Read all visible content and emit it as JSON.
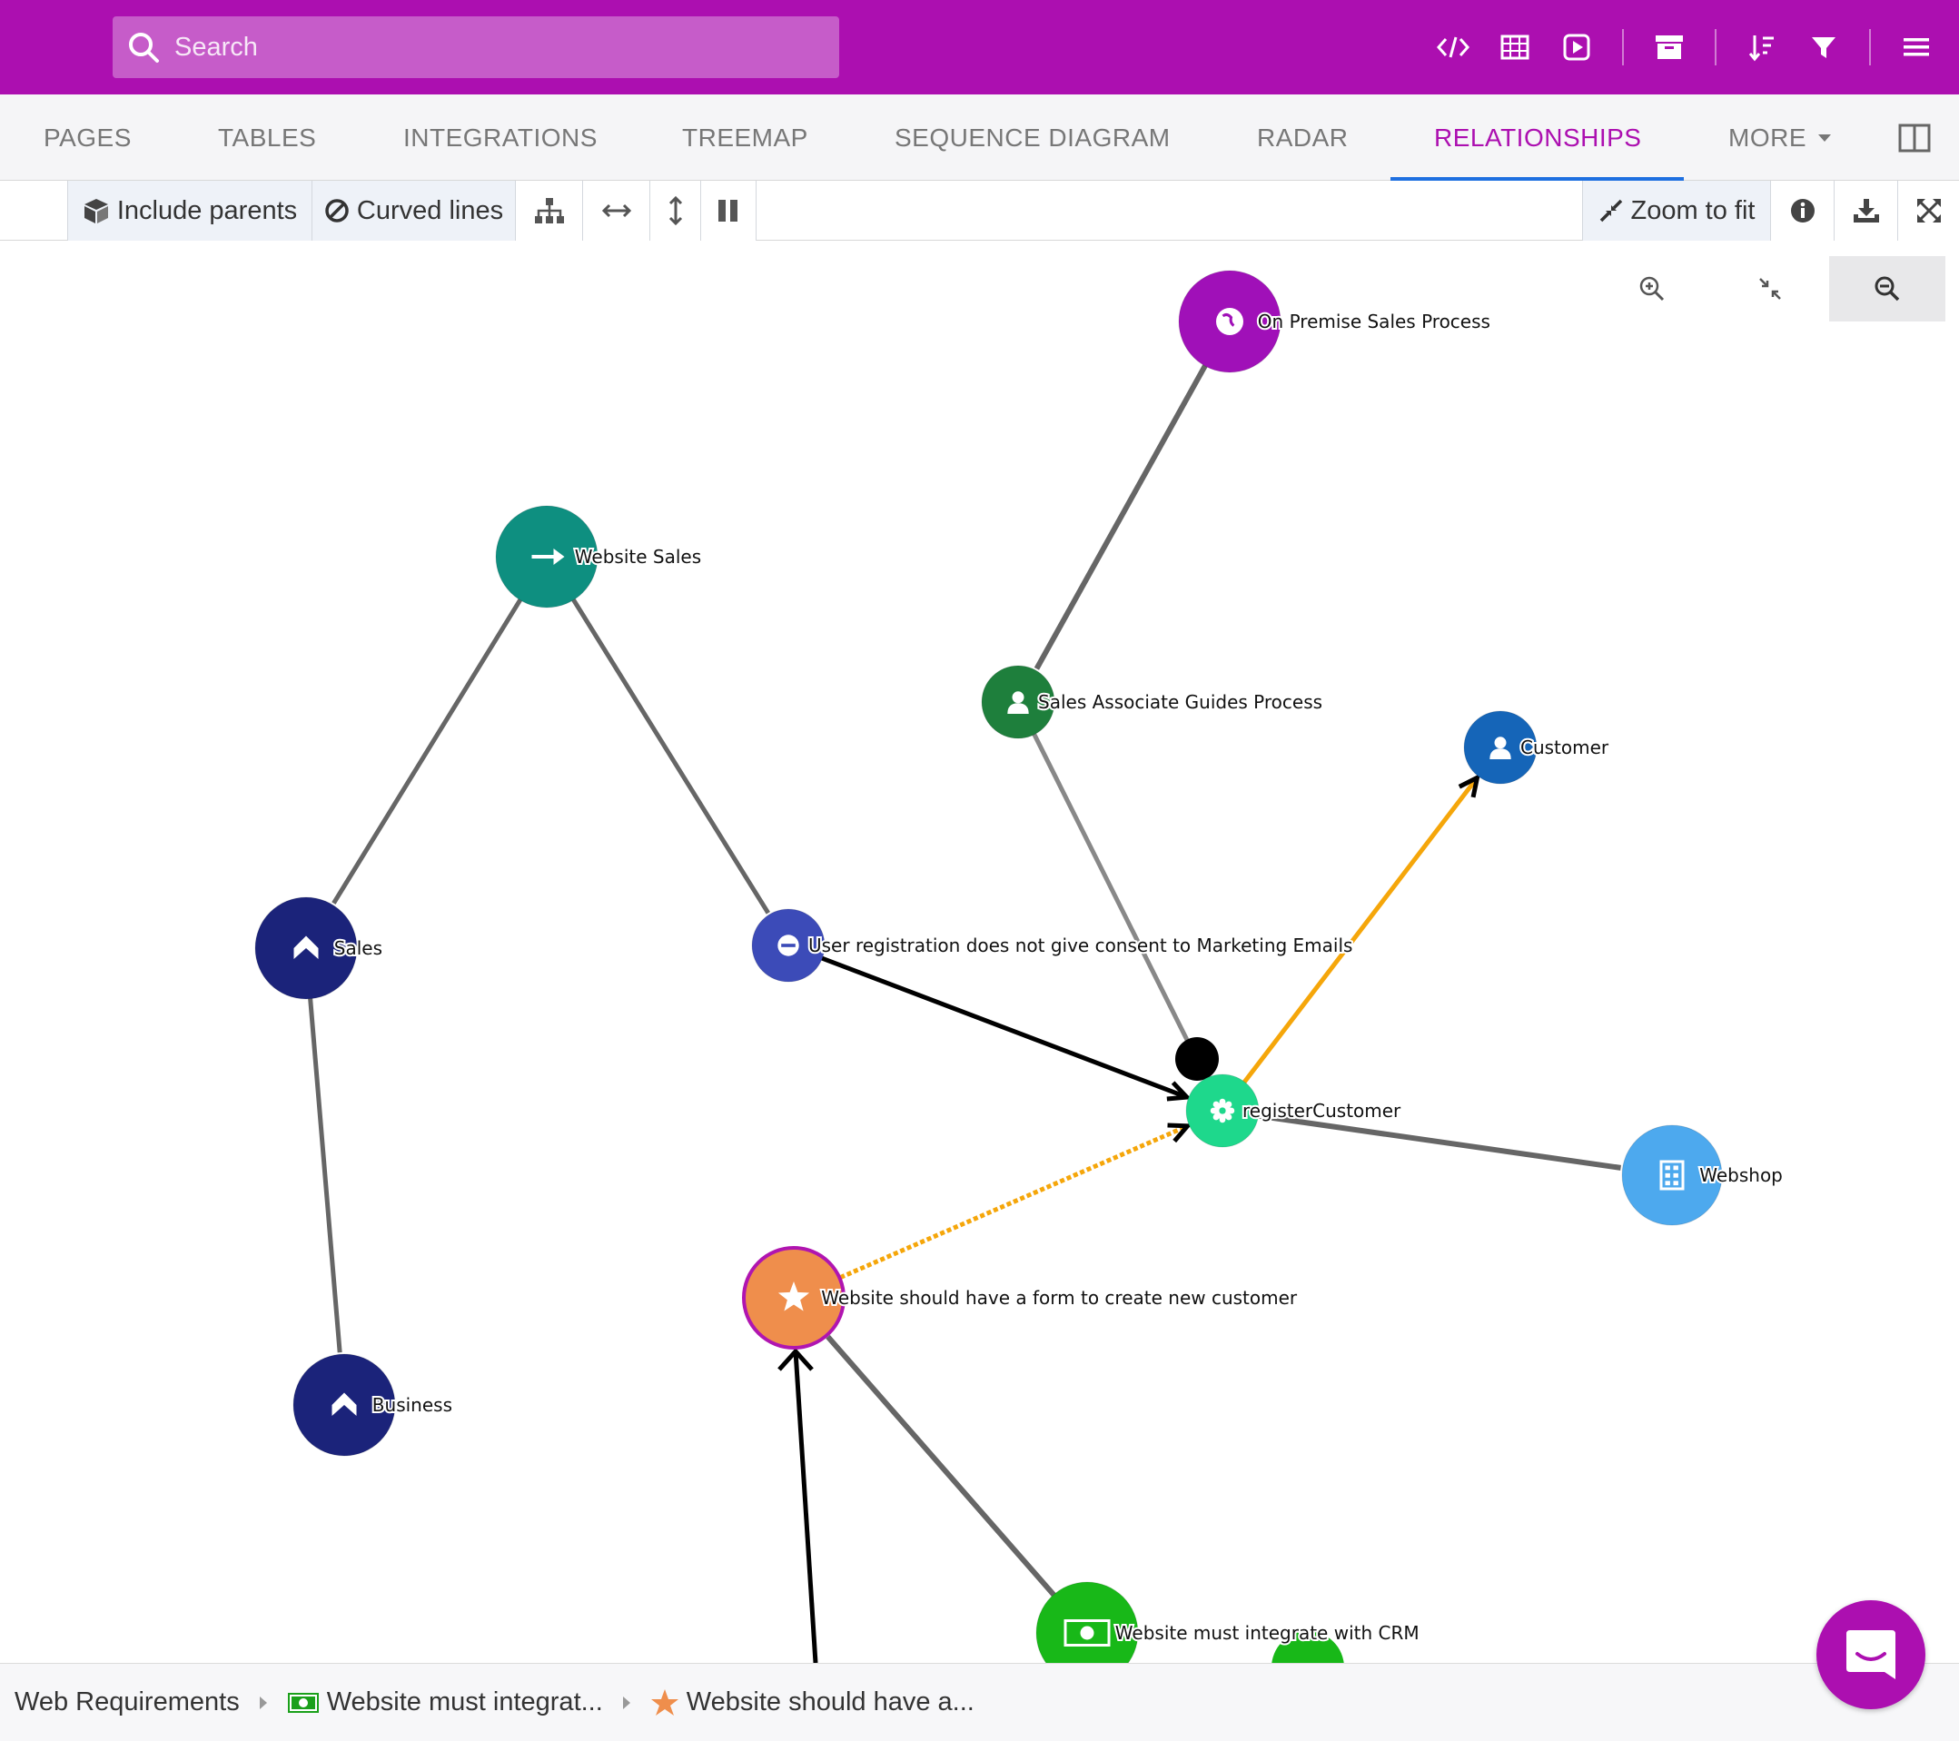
{
  "search": {
    "placeholder": "Search"
  },
  "topbar_icons": [
    "code-icon",
    "table-icon",
    "play-icon",
    "archive-icon",
    "sort-icon",
    "filter-icon",
    "menu-icon"
  ],
  "tabs": [
    {
      "label": "PAGES"
    },
    {
      "label": "TABLES"
    },
    {
      "label": "INTEGRATIONS"
    },
    {
      "label": "TREEMAP"
    },
    {
      "label": "SEQUENCE DIAGRAM"
    },
    {
      "label": "RADAR"
    },
    {
      "label": "RELATIONSHIPS",
      "active": true
    },
    {
      "label": "MORE"
    }
  ],
  "toolbar": {
    "include_parents": "Include parents",
    "curved_lines": "Curved lines",
    "zoom_to_fit": "Zoom to fit"
  },
  "graph": {
    "nodes": [
      {
        "id": "on-premise",
        "label": "On Premise Sales Process",
        "color": "#a010b8",
        "icon": "globe-icon"
      },
      {
        "id": "website-sales",
        "label": "Website Sales",
        "color": "#0e8f80",
        "icon": "arrow-right-icon"
      },
      {
        "id": "sales-associate",
        "label": "Sales Associate Guides Process",
        "color": "#1e7f3c",
        "icon": "user-icon"
      },
      {
        "id": "customer",
        "label": "Customer",
        "color": "#1565b8",
        "icon": "user-icon"
      },
      {
        "id": "sales",
        "label": "Sales",
        "color": "#1b237a",
        "icon": "chevron-up-icon"
      },
      {
        "id": "user-registration",
        "label": "User registration does not give consent to Marketing Emails",
        "color": "#3c4bb8",
        "icon": "minus-circle-icon"
      },
      {
        "id": "register-customer",
        "label": "registerCustomer",
        "color": "#1ed88c",
        "icon": "gear-icon"
      },
      {
        "id": "webshop",
        "label": "Webshop",
        "color": "#4da9ee",
        "icon": "building-icon"
      },
      {
        "id": "website-form",
        "label": "Website should have a form to create new customer",
        "color": "#ef8e4c",
        "icon": "star-icon"
      },
      {
        "id": "business",
        "label": "Business",
        "color": "#1b237a",
        "icon": "chevron-up-icon"
      },
      {
        "id": "website-crm",
        "label": "Website must integrate with CRM",
        "color": "#18b818",
        "icon": "money-icon"
      }
    ],
    "colors": {
      "edge": "#666666",
      "highlight_edge": "#f5a60a",
      "arrow_edge": "#000000",
      "selection_ring": "#b015b0"
    }
  },
  "breadcrumb": {
    "root": "Web Requirements",
    "item1": {
      "label": "Website must integrat...",
      "color": "#1aa01a",
      "icon": "money-icon"
    },
    "item2": {
      "label": "Website should have a...",
      "color": "#ef8e4c",
      "icon": "star-icon"
    }
  }
}
